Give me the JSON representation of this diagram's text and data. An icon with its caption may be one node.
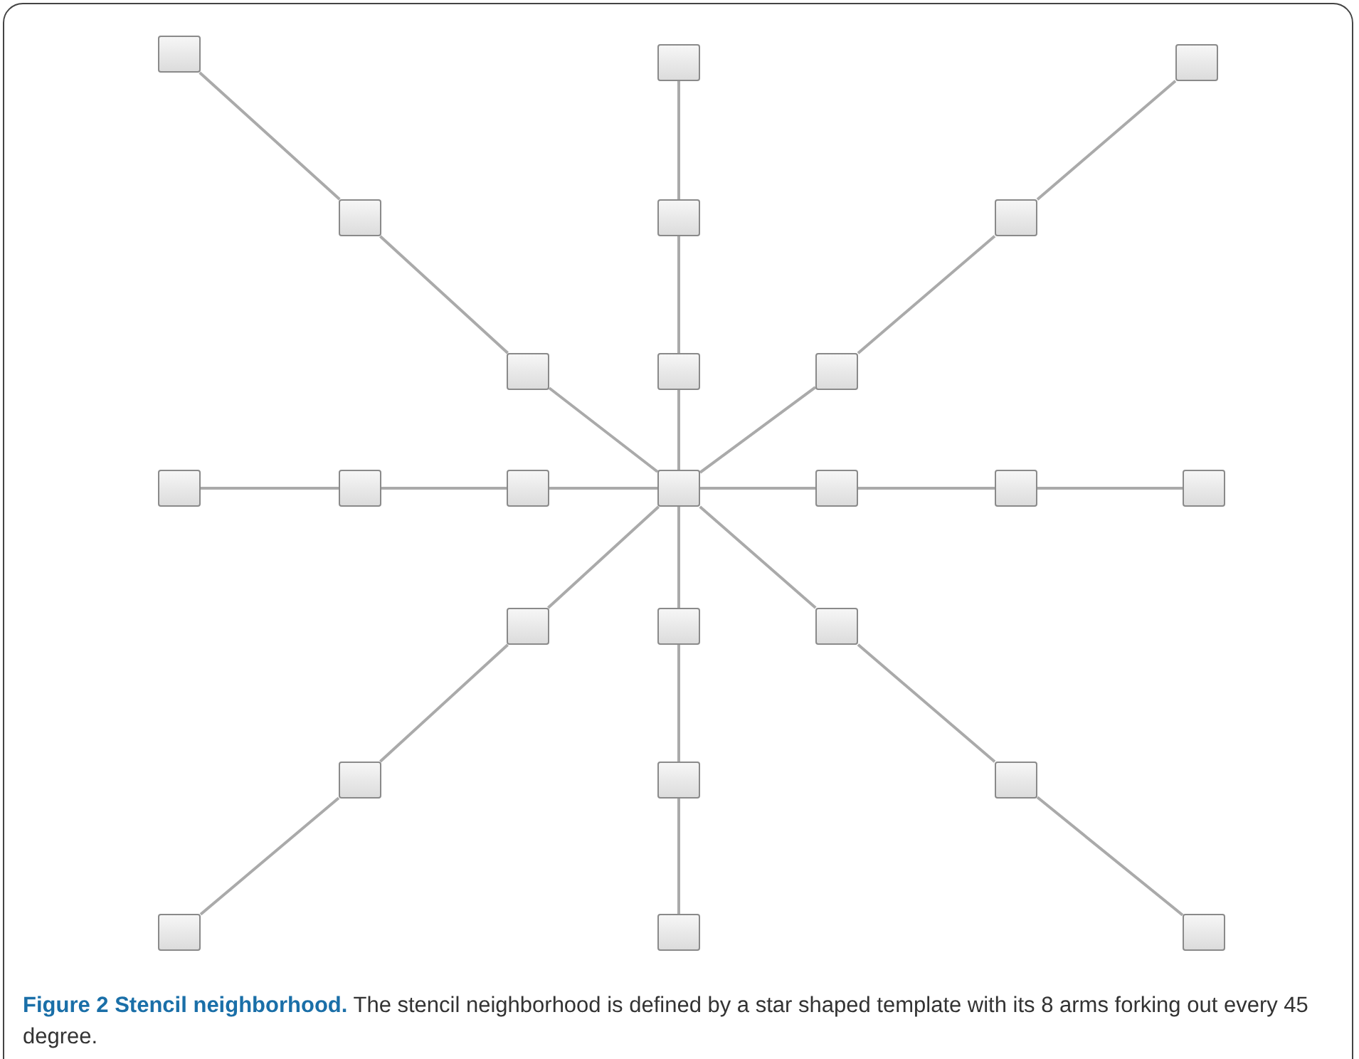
{
  "diagram": {
    "caption": "**Figure 2 Stencil neighborhood.** The stencil neighborhood is defined by a star shaped template with its 8 arms forking out every 45 degree.",
    "nodes": [
      {
        "text": [],
        "shape": "box"
      },
      {
        "text": [],
        "shape": "box"
      },
      {
        "text": [],
        "shape": "box"
      },
      {
        "text": [],
        "shape": "box"
      },
      {
        "text": [],
        "shape": "box"
      },
      {
        "text": [],
        "shape": "box"
      },
      {
        "text": [],
        "shape": "box"
      },
      {
        "text": [],
        "shape": "box"
      },
      {
        "text": [],
        "shape": "box"
      },
      {
        "text": [],
        "shape": "box"
      },
      {
        "text": [],
        "shape": "box"
      },
      {
        "text": [],
        "shape": "box"
      },
      {
        "text": [],
        "shape": "box"
      },
      {
        "text": [],
        "shape": "box"
      },
      {
        "text": [],
        "shape": "box"
      },
      {
        "text": [],
        "shape": "box"
      },
      {
        "text": [],
        "shape": "box"
      },
      {
        "text": [],
        "shape": "box"
      },
      {
        "text": [],
        "shape": "box"
      },
      {
        "text": [],
        "shape": "box"
      },
      {
        "text": [],
        "shape": "box"
      },
      {
        "text": [],
        "shape": "box"
      },
      {
        "text": [],
        "shape": "box"
      },
      {
        "text": [],
        "shape": "box"
      },
      {
        "text": [],
        "shape": "box"
      }
    ],
    "edges": [
      {
        "from": 0,
        "to": 3,
        "arrow": "none"
      },
      {
        "from": 3,
        "to": 6,
        "arrow": "none"
      },
      {
        "from": 6,
        "to": 12,
        "arrow": "none"
      },
      {
        "from": 1,
        "to": 4,
        "arrow": "none"
      },
      {
        "from": 4,
        "to": 7,
        "arrow": "none"
      },
      {
        "from": 7,
        "to": 12,
        "arrow": "none"
      },
      {
        "from": 2,
        "to": 5,
        "arrow": "none"
      },
      {
        "from": 5,
        "to": 8,
        "arrow": "none"
      },
      {
        "from": 8,
        "to": 12,
        "arrow": "none"
      },
      {
        "from": 9,
        "to": 10,
        "arrow": "none"
      },
      {
        "from": 10,
        "to": 11,
        "arrow": "none"
      },
      {
        "from": 11,
        "to": 12,
        "arrow": "none"
      },
      {
        "from": 12,
        "to": 13,
        "arrow": "none"
      },
      {
        "from": 13,
        "to": 14,
        "arrow": "none"
      },
      {
        "from": 14,
        "to": 15,
        "arrow": "none"
      },
      {
        "from": 12,
        "to": 16,
        "arrow": "none"
      },
      {
        "from": 16,
        "to": 19,
        "arrow": "none"
      },
      {
        "from": 19,
        "to": 22,
        "arrow": "none"
      },
      {
        "from": 12,
        "to": 17,
        "arrow": "none"
      },
      {
        "from": 17,
        "to": 20,
        "arrow": "none"
      },
      {
        "from": 20,
        "to": 23,
        "arrow": "none"
      },
      {
        "from": 12,
        "to": 18,
        "arrow": "none"
      },
      {
        "from": 18,
        "to": 21,
        "arrow": "none"
      },
      {
        "from": 21,
        "to": 24,
        "arrow": "none"
      }
    ]
  }
}
